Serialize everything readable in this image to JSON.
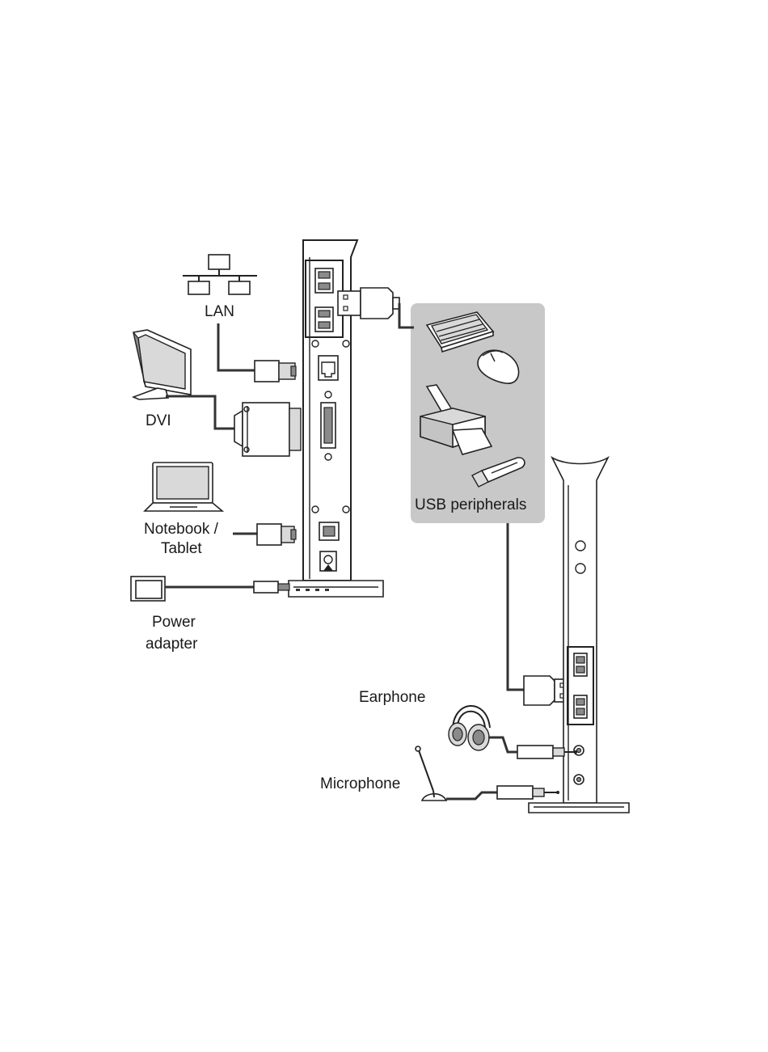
{
  "labels": {
    "lan": "LAN",
    "dvi": "DVI",
    "notebook_line1": "Notebook /",
    "notebook_line2": "Tablet",
    "power_line1": "Power",
    "power_line2": "adapter",
    "usb_peripherals": "USB peripherals",
    "earphone": "Earphone",
    "microphone": "Microphone"
  },
  "colors": {
    "panel": "#c8c8c8",
    "line": "#222222",
    "background": "#ffffff"
  }
}
